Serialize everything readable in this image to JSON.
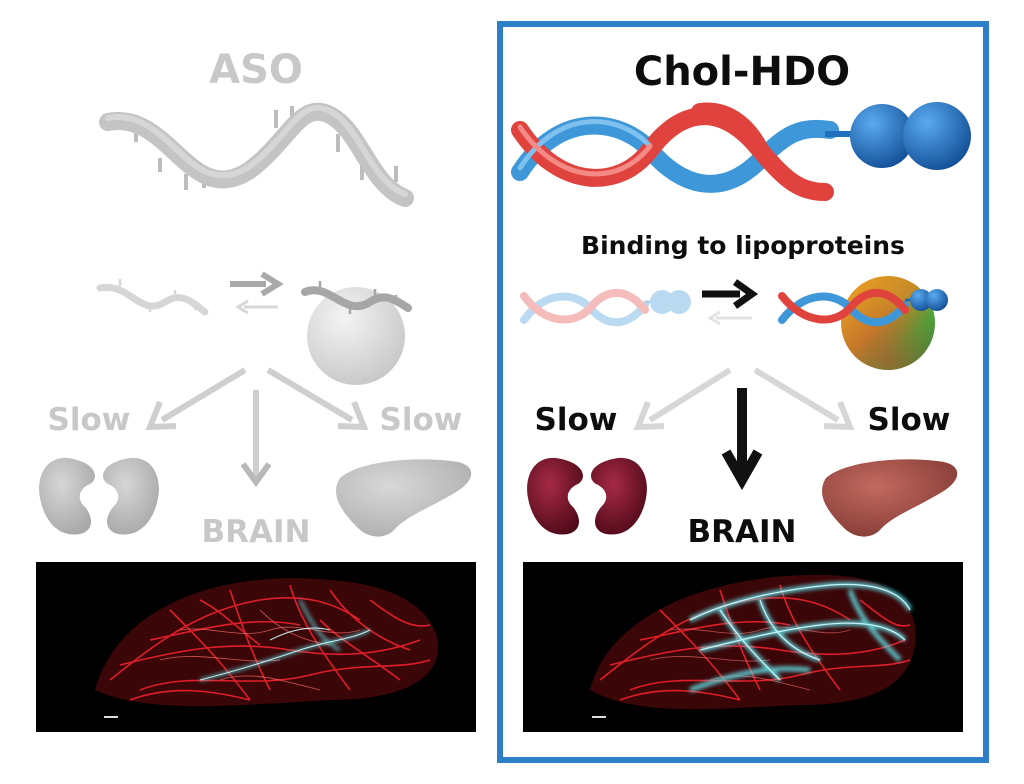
{
  "aso": {
    "title": "ASO",
    "slow_left": "Slow",
    "slow_right": "Slow",
    "brain": "BRAIN"
  },
  "hdo": {
    "title": "Chol-HDO",
    "binding_label": "Binding to lipoproteins",
    "slow_left": "Slow",
    "slow_right": "Slow",
    "brain": "BRAIN"
  },
  "colors": {
    "faded_text": "#c8c8c8",
    "dark_text": "#0d0d0d",
    "highlight_border": "#2f7fc8",
    "strand_red": "#e0433e",
    "strand_blue": "#3d97d8",
    "cholesterol_blue": "#1f6fbf",
    "kidney_dark": "#6e1028",
    "liver_brown": "#a04a42",
    "vessel_red": "#e8202a",
    "signal_cyan": "#62e8f0",
    "panel_black": "#000000"
  }
}
